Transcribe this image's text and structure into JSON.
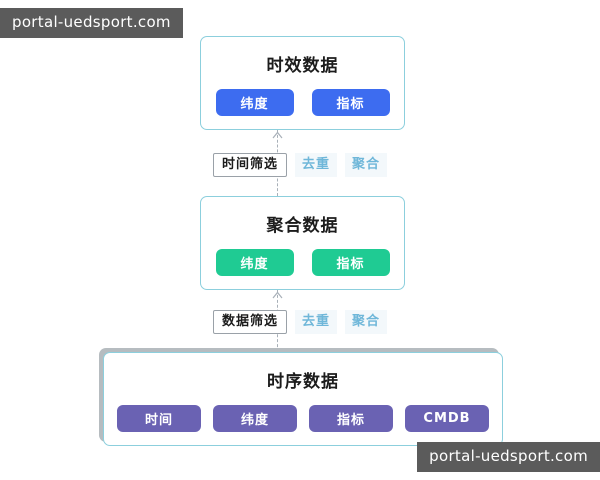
{
  "watermarks": {
    "top": "portal-uedsport.com",
    "bottom": "portal-uedsport.com"
  },
  "colors": {
    "border": "#8ccfdd",
    "chip_blue": "#3d6cf0",
    "chip_green": "#1fcb93",
    "chip_purple": "#6a62b3",
    "sub_label_text": "#6fb7d9",
    "shadow": "#b6bcc0"
  },
  "diagram": {
    "stages": [
      {
        "id": "timeliness-data",
        "title": "时效数据",
        "chips": [
          {
            "label": "纬度",
            "color": "blue"
          },
          {
            "label": "指标",
            "color": "blue"
          }
        ]
      },
      {
        "id": "aggregated-data",
        "title": "聚合数据",
        "chips": [
          {
            "label": "纬度",
            "color": "green"
          },
          {
            "label": "指标",
            "color": "green"
          }
        ]
      },
      {
        "id": "timeseries-data",
        "title": "时序数据",
        "chips": [
          {
            "label": "时间",
            "color": "purple"
          },
          {
            "label": "纬度",
            "color": "purple"
          },
          {
            "label": "指标",
            "color": "purple"
          },
          {
            "label": "CMDB",
            "color": "purple"
          }
        ]
      }
    ],
    "connectors": [
      {
        "id": "time-filter",
        "main_label": "时间筛选",
        "sub_labels": [
          "去重",
          "聚合"
        ],
        "arrow": "arrow-up-icon"
      },
      {
        "id": "data-filter",
        "main_label": "数据筛选",
        "sub_labels": [
          "去重",
          "聚合"
        ],
        "arrow": "arrow-up-icon"
      }
    ]
  }
}
